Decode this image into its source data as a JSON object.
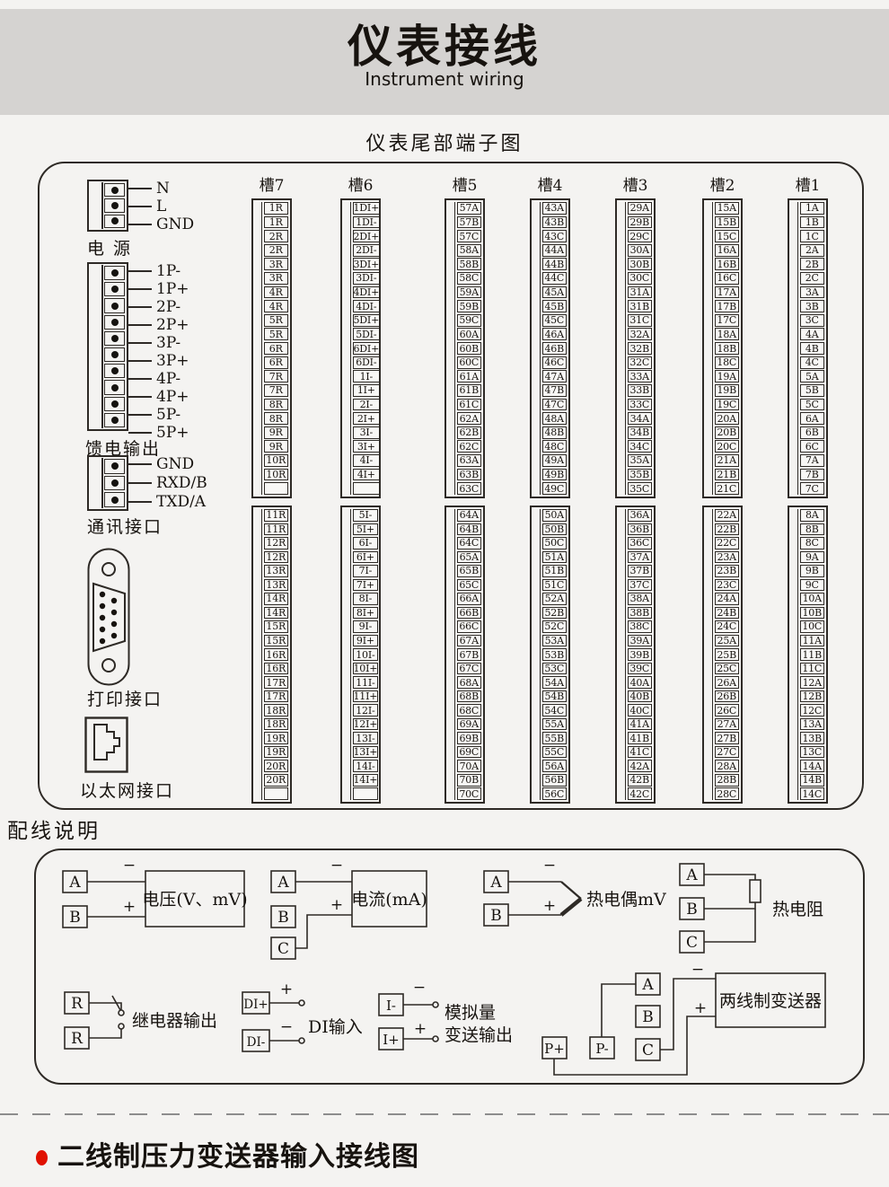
{
  "page": {
    "title": "仪表接线",
    "subtitle": "Instrument wiring",
    "section1_title": "仪表尾部端子图",
    "section2_title": "配线说明",
    "bottom_title": "二线制压力变送器输入接线图"
  },
  "left_panel": {
    "power": {
      "label": "电  源",
      "pins": [
        "N",
        "L",
        "GND"
      ]
    },
    "feed": {
      "label": "馈电输出",
      "pins": [
        "1P-",
        "1P+",
        "2P-",
        "2P+",
        "3P-",
        "3P+",
        "4P-",
        "4P+",
        "5P-",
        "5P+"
      ]
    },
    "comm": {
      "label": "通讯接口",
      "pins": [
        "GND",
        "RXD/B",
        "TXD/A"
      ]
    },
    "printer": {
      "label": "打印接口"
    },
    "ethernet": {
      "label": "以太网接口"
    }
  },
  "slots": [
    {
      "name": "槽7",
      "upper": [
        "1R",
        "1R",
        "2R",
        "2R",
        "3R",
        "3R",
        "4R",
        "4R",
        "5R",
        "5R",
        "6R",
        "6R",
        "7R",
        "7R",
        "8R",
        "8R",
        "9R",
        "9R",
        "10R",
        "10R",
        ""
      ],
      "lower": [
        "11R",
        "11R",
        "12R",
        "12R",
        "13R",
        "13R",
        "14R",
        "14R",
        "15R",
        "15R",
        "16R",
        "16R",
        "17R",
        "17R",
        "18R",
        "18R",
        "19R",
        "19R",
        "20R",
        "20R",
        ""
      ]
    },
    {
      "name": "槽6",
      "upper": [
        "1DI+",
        "1DI-",
        "2DI+",
        "2DI-",
        "3DI+",
        "3DI-",
        "4DI+",
        "4DI-",
        "5DI+",
        "5DI-",
        "6DI+",
        "6DI-",
        "1I-",
        "1I+",
        "2I-",
        "2I+",
        "3I-",
        "3I+",
        "4I-",
        "4I+",
        ""
      ],
      "lower": [
        "5I-",
        "5I+",
        "6I-",
        "6I+",
        "7I-",
        "7I+",
        "8I-",
        "8I+",
        "9I-",
        "9I+",
        "10I-",
        "10I+",
        "11I-",
        "11I+",
        "12I-",
        "12I+",
        "13I-",
        "13I+",
        "14I-",
        "14I+",
        ""
      ]
    },
    {
      "name": "槽5",
      "upper": [
        "57A",
        "57B",
        "57C",
        "58A",
        "58B",
        "58C",
        "59A",
        "59B",
        "59C",
        "60A",
        "60B",
        "60C",
        "61A",
        "61B",
        "61C",
        "62A",
        "62B",
        "62C",
        "63A",
        "63B",
        "63C"
      ],
      "lower": [
        "64A",
        "64B",
        "64C",
        "65A",
        "65B",
        "65C",
        "66A",
        "66B",
        "66C",
        "67A",
        "67B",
        "67C",
        "68A",
        "68B",
        "68C",
        "69A",
        "69B",
        "69C",
        "70A",
        "70B",
        "70C"
      ]
    },
    {
      "name": "槽4",
      "upper": [
        "43A",
        "43B",
        "43C",
        "44A",
        "44B",
        "44C",
        "45A",
        "45B",
        "45C",
        "46A",
        "46B",
        "46C",
        "47A",
        "47B",
        "47C",
        "48A",
        "48B",
        "48C",
        "49A",
        "49B",
        "49C"
      ],
      "lower": [
        "50A",
        "50B",
        "50C",
        "51A",
        "51B",
        "51C",
        "52A",
        "52B",
        "52C",
        "53A",
        "53B",
        "53C",
        "54A",
        "54B",
        "54C",
        "55A",
        "55B",
        "55C",
        "56A",
        "56B",
        "56C"
      ]
    },
    {
      "name": "槽3",
      "upper": [
        "29A",
        "29B",
        "29C",
        "30A",
        "30B",
        "30C",
        "31A",
        "31B",
        "31C",
        "32A",
        "32B",
        "32C",
        "33A",
        "33B",
        "33C",
        "34A",
        "34B",
        "34C",
        "35A",
        "35B",
        "35C"
      ],
      "lower": [
        "36A",
        "36B",
        "36C",
        "37A",
        "37B",
        "37C",
        "38A",
        "38B",
        "38C",
        "39A",
        "39B",
        "39C",
        "40A",
        "40B",
        "40C",
        "41A",
        "41B",
        "41C",
        "42A",
        "42B",
        "42C"
      ]
    },
    {
      "name": "槽2",
      "upper": [
        "15A",
        "15B",
        "15C",
        "16A",
        "16B",
        "16C",
        "17A",
        "17B",
        "17C",
        "18A",
        "18B",
        "18C",
        "19A",
        "19B",
        "19C",
        "20A",
        "20B",
        "20C",
        "21A",
        "21B",
        "21C"
      ],
      "lower": [
        "22A",
        "22B",
        "22C",
        "23A",
        "23B",
        "23C",
        "24A",
        "24B",
        "24C",
        "25A",
        "25B",
        "25C",
        "26A",
        "26B",
        "26C",
        "27A",
        "27B",
        "27C",
        "28A",
        "28B",
        "28C"
      ]
    },
    {
      "name": "槽1",
      "upper": [
        "1A",
        "1B",
        "1C",
        "2A",
        "2B",
        "2C",
        "3A",
        "3B",
        "3C",
        "4A",
        "4B",
        "4C",
        "5A",
        "5B",
        "5C",
        "6A",
        "6B",
        "6C",
        "7A",
        "7B",
        "7C"
      ],
      "lower": [
        "8A",
        "8B",
        "8C",
        "9A",
        "9B",
        "9C",
        "10A",
        "10B",
        "10C",
        "11A",
        "11B",
        "11C",
        "12A",
        "12B",
        "12C",
        "13A",
        "13B",
        "13C",
        "14A",
        "14B",
        "14C"
      ]
    }
  ],
  "wiring": {
    "minus": "−",
    "plus": "+",
    "voltage": {
      "terminals": [
        "A",
        "B"
      ],
      "label": "电压(V、mV)"
    },
    "current": {
      "terminals": [
        "A",
        "B",
        "C"
      ],
      "label": "电流(mA)"
    },
    "thermocouple": {
      "terminals": [
        "A",
        "B"
      ],
      "label": "热电偶mV"
    },
    "rtd": {
      "terminals": [
        "A",
        "B",
        "C"
      ],
      "label": "热电阻"
    },
    "relay": {
      "terminals": [
        "R",
        "R"
      ],
      "label": "继电器输出"
    },
    "di": {
      "terminals": [
        "DI+",
        "DI-"
      ],
      "label": "DI输入"
    },
    "analog_out": {
      "terminals": [
        "I-",
        "I+"
      ],
      "label_line1": "模拟量",
      "label_line2": "变送输出"
    },
    "transmitter": {
      "terminals": [
        "P+",
        "P-",
        "A",
        "B",
        "C"
      ],
      "label": "两线制变送器"
    }
  }
}
